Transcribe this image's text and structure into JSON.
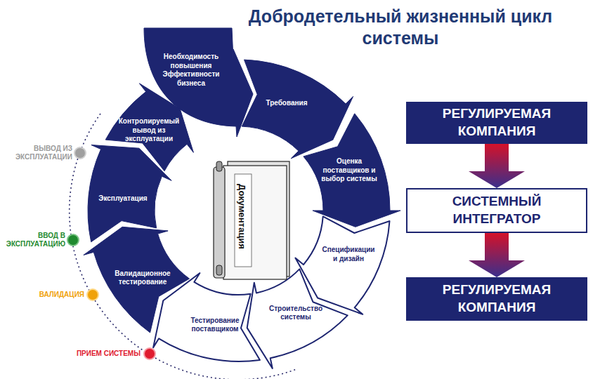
{
  "diagram": {
    "title": "Добродетельный жизненный цикл системы",
    "nodes": [
      {
        "text": [
          "Необходимость повышения Эффективности бизнеса"
        ]
      },
      {
        "text": [
          "Требования"
        ]
      },
      {
        "text": [
          "Оценка поставщиков и выбор системы"
        ]
      },
      {
        "text": [
          "Спецификации и дизайн"
        ]
      },
      {
        "text": [
          "Строительство системы"
        ]
      },
      {
        "text": [
          "Тестирование поставщиком"
        ]
      },
      {
        "text": [
          "Валидационное тестирование"
        ]
      },
      {
        "text": [
          "Эксплуатация"
        ]
      },
      {
        "text": [
          "Контролируемый вывод из эксплуатации"
        ]
      },
      {
        "text": [
          "Документация"
        ]
      },
      {
        "text": [
          "РЕГУЛИРУЕМАЯ КОМПАНИЯ"
        ]
      },
      {
        "text": [
          "СИСТЕМНЫЙ ИНТЕГРАТОР"
        ]
      },
      {
        "text": [
          "РЕГУЛИРУЕМАЯ КОМПАНИЯ"
        ]
      }
    ],
    "edges": [
      {
        "from": 10,
        "to": 11,
        "arrow": "to"
      },
      {
        "from": 11,
        "to": 12,
        "arrow": "to"
      }
    ],
    "labels": [
      "ВЫВОД ИЗ ЭКСПЛУАТАЦИИ",
      "ВВОД В ЭКСПЛУАТАЦИЮ",
      "ВАЛИДАЦИЯ",
      "ПРИЕМ СИСТЕМЫ"
    ]
  }
}
